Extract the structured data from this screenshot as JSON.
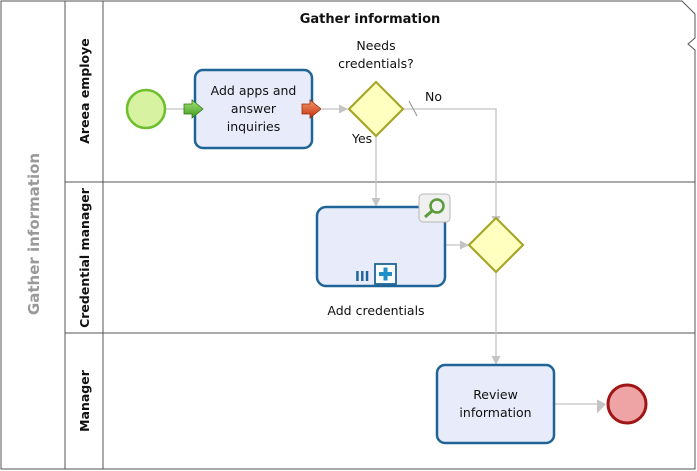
{
  "pool": {
    "label": "Gather information"
  },
  "diagram_title": "Gather information",
  "lanes": [
    {
      "label": "Areea employe"
    },
    {
      "label": "Credential manager"
    },
    {
      "label": "Manager"
    }
  ],
  "tasks": {
    "add_apps": {
      "lines": [
        "Add apps and",
        "answer",
        "inquiries"
      ]
    },
    "add_credentials": {
      "label": "Add credentials",
      "marker": "III"
    },
    "review": {
      "lines": [
        "Review",
        "information"
      ]
    }
  },
  "gateway": {
    "question_lines": [
      "Needs",
      "credentials?"
    ]
  },
  "flows": {
    "no_label": "No",
    "yes_label": "Yes"
  },
  "colors": {
    "task_fill": "#e8ecfa",
    "task_stroke": "#1e6496",
    "gateway_fill": "#ffffc0",
    "gateway_stroke": "#a6a62a",
    "start_fill": "#d7f2a0",
    "start_stroke": "#6dbf2e",
    "end_fill": "#eea4a4",
    "end_stroke": "#a01616"
  }
}
